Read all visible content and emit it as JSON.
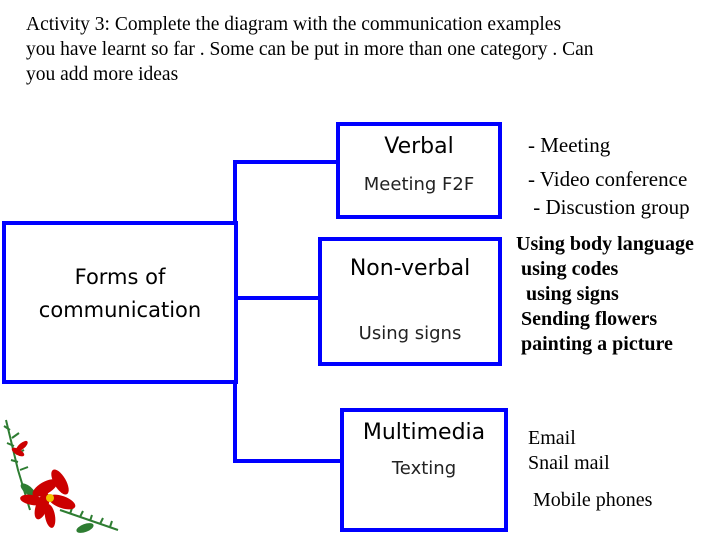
{
  "instructions": {
    "line1": "Activity 3: Complete the diagram with the communication examples",
    "line2": "you have learnt so far . Some can be put in more than one category . Can",
    "line3": "you add more ideas"
  },
  "root": {
    "line1": "Forms of",
    "line2": "communication"
  },
  "categories": [
    {
      "title": "Verbal",
      "example": "Meeting F2F",
      "ideas": [
        "- Meeting",
        "- Video conference",
        " - Discustion group"
      ]
    },
    {
      "title": "Non-verbal",
      "example": "Using signs",
      "ideas": [
        "Using body language",
        " using codes",
        "  using signs",
        " Sending flowers",
        " painting a picture"
      ]
    },
    {
      "title": "Multimedia",
      "example": "Texting",
      "ideas": [
        "Email",
        "Snail mail",
        " Mobile phones"
      ]
    }
  ],
  "colors": {
    "connector": "#0000ff",
    "box_border": "#0000ff",
    "flower": "#cc0000",
    "leaf": "#2e7d32"
  },
  "icons": [
    "poinsettia-decoration-icon"
  ]
}
